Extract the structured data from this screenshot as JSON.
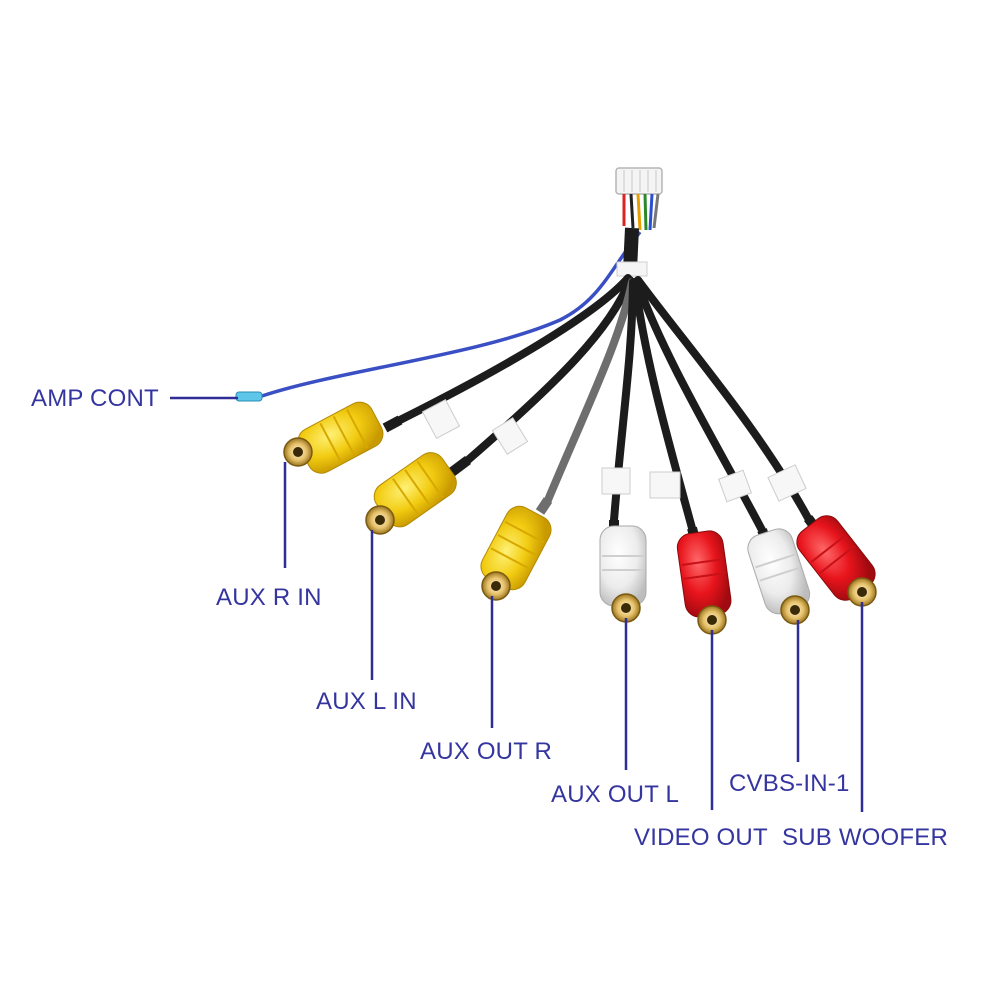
{
  "colors": {
    "label_text": "#3535a0",
    "leader_line": "#2e2e96",
    "cable_black": "#1c1c1c",
    "cable_grey": "#6e6e6e",
    "cable_blue": "#3a4fc4",
    "plug_yellow": "#f2cc12",
    "plug_white": "#eeeeee",
    "plug_red": "#e8141c",
    "background": "#ffffff"
  },
  "labels": {
    "amp_cont": "AMP CONT",
    "aux_r_in": "AUX R IN",
    "aux_l_in": "AUX L IN",
    "aux_out_r": "AUX OUT R",
    "aux_out_l": "AUX OUT L",
    "cvbs_in_1": "CVBS-IN-1",
    "video_out": "VIDEO OUT",
    "sub_woofer": "SUB WOOFER"
  },
  "icons": {
    "connector": "harness-connector-icon",
    "rca_plug": "rca-plug-icon",
    "amp_wire_tip": "blue-wire-terminal-icon"
  }
}
